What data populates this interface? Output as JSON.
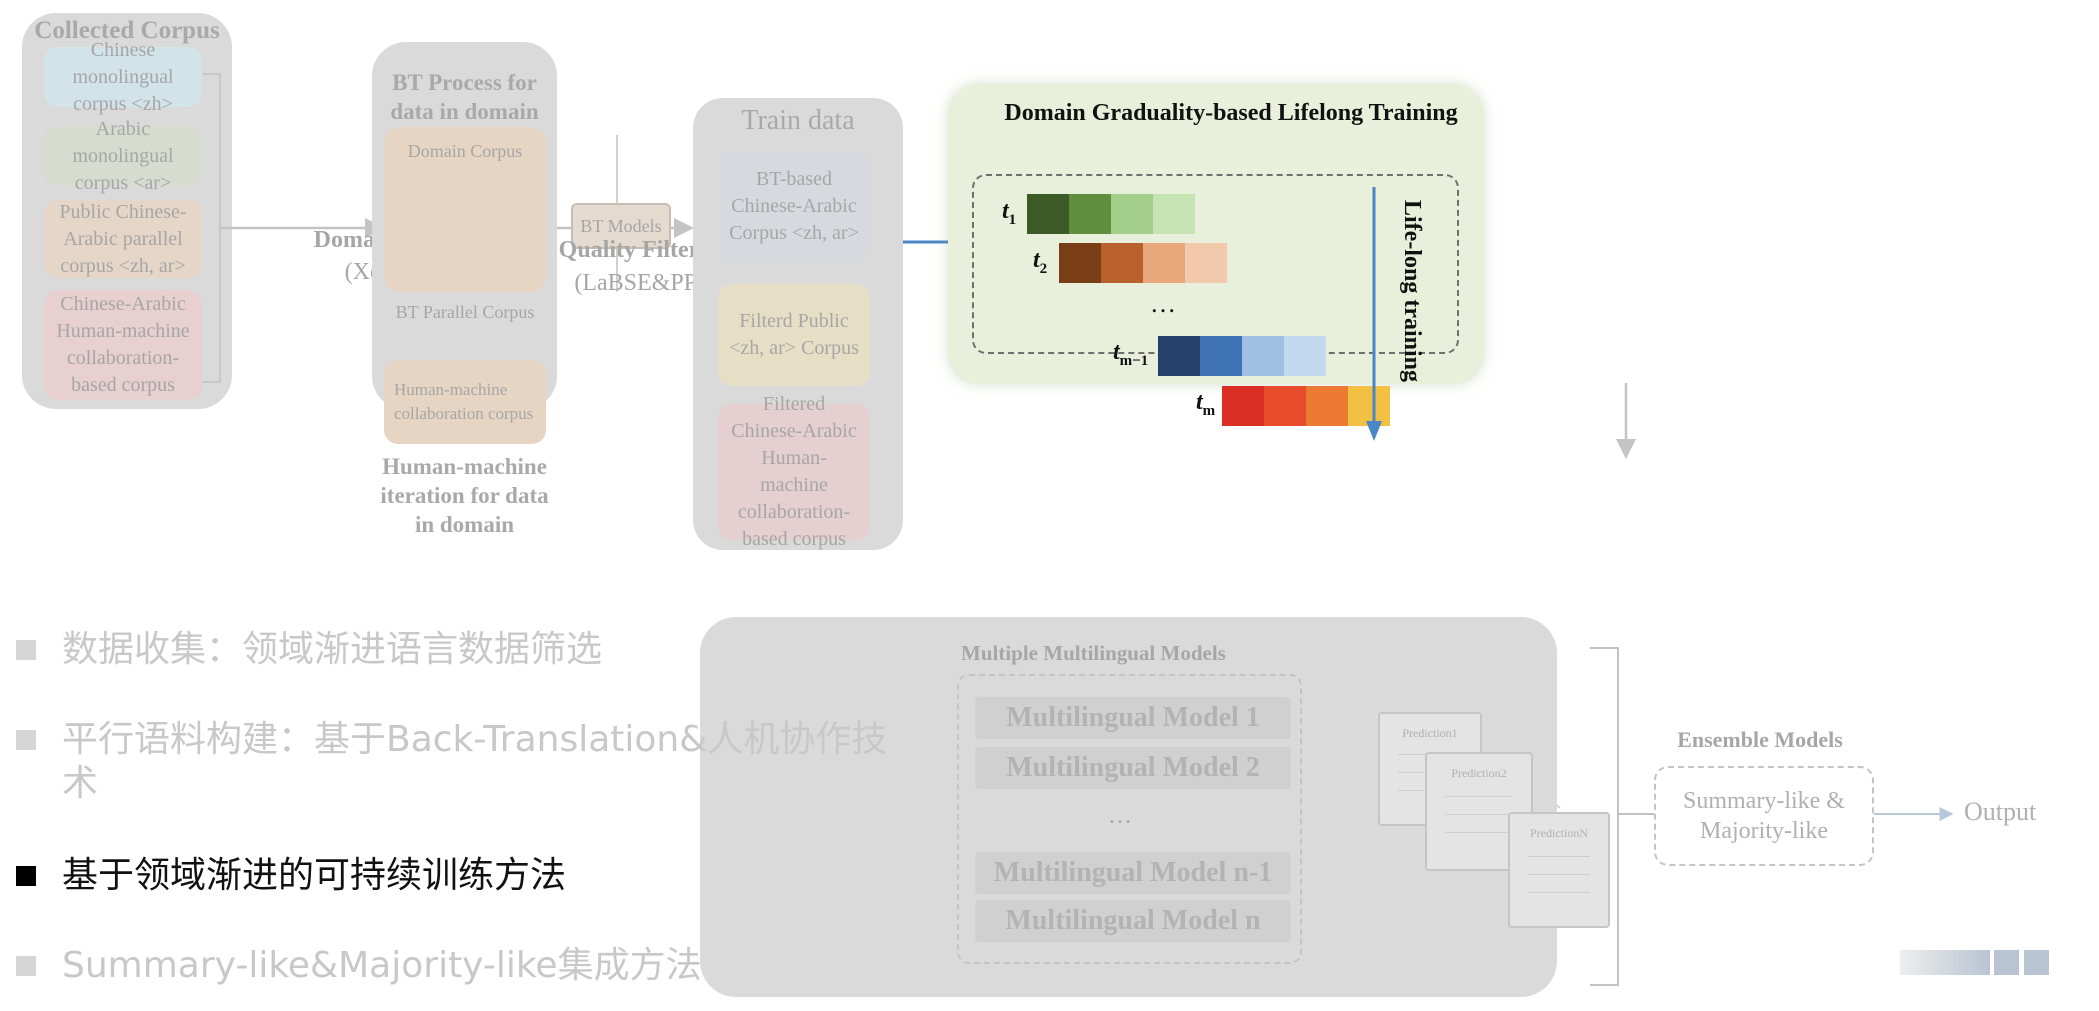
{
  "collected": {
    "title": "Collected Corpus",
    "items": [
      {
        "label": "Chinese monolingual corpus <zh>",
        "color": "#d2e3ea"
      },
      {
        "label": "Arabic monolingual corpus <ar>",
        "color": "#d6dccf"
      },
      {
        "label": "Public Chinese-Arabic parallel corpus <zh, ar>",
        "color": "#e6d6c8"
      },
      {
        "label": "Chinese-Arabic Human-machine collaboration-based corpus",
        "color": "#e8cfd0"
      }
    ]
  },
  "domain_filtering": {
    "name": "Domain Filtering",
    "method": "(XenC&ES)"
  },
  "bt": {
    "title": "BT Process for data in domain",
    "domain_corpus": "Domain Corpus",
    "models": "BT Models",
    "parallel": "BT Parallel Corpus",
    "hm_corpus": "Human-machine collaboration corpus",
    "hm_title": "Human-machine iteration for data in domain"
  },
  "quality_filtering": {
    "name": "Quality Filtering",
    "method": "(LaBSE&PPL)"
  },
  "train": {
    "title": "Train data",
    "items": [
      {
        "label": "BT-based Chinese-Arabic Corpus <zh, ar>",
        "color": "#d7d9de"
      },
      {
        "label": "Filterd Public <zh, ar> Corpus",
        "color": "#e7dfc5"
      },
      {
        "label": "Filtered Chinese-Arabic Human-machine collaboration-based corpus",
        "color": "#e6cfd0"
      }
    ]
  },
  "lifelong": {
    "title": "Domain Graduality-based Lifelong Training",
    "side_label": "Life-long training",
    "ellipsis": "…",
    "rows": [
      {
        "t": "t",
        "sub": "1",
        "colors": [
          "#3b5a26",
          "#5f8f3e",
          "#a3cf8a",
          "#c6e3b3"
        ]
      },
      {
        "t": "t",
        "sub": "2",
        "colors": [
          "#7a3e16",
          "#b8612c",
          "#e9a87c",
          "#f2c9ac"
        ]
      },
      {
        "t": "t",
        "sub": "m−1",
        "colors": [
          "#24406b",
          "#3f73b5",
          "#9fbfe3",
          "#c2d8ef"
        ]
      },
      {
        "t": "t",
        "sub": "m",
        "colors": [
          "#db2f26",
          "#e84d2b",
          "#ec7a33",
          "#f2c144"
        ]
      }
    ]
  },
  "ensemble": {
    "group_title": "Multiple Multilingual Models",
    "models": [
      "Multilingual Model 1",
      "Multilingual Model 2",
      "Multilingual Model n-1",
      "Multilingual Model n"
    ],
    "ellipsis": "…",
    "predictions": [
      "Prediction1",
      "Prediction2",
      "PredictionN"
    ],
    "title": "Ensemble Models",
    "method": "Summary-like & Majority-like",
    "output": "Output"
  },
  "bullets": [
    {
      "text": "数据收集：领域渐进语言数据筛选",
      "active": false
    },
    {
      "text": "平行语料构建：基于Back-Translation&人机协作技术",
      "active": false
    },
    {
      "text": "基于领域渐进的可持续训练方法",
      "active": true
    },
    {
      "text": "Summary-like&Majority-like集成方法",
      "active": false
    }
  ],
  "colors": {
    "arrow_blue": "#4a86c5",
    "lifelong_bg": "#e8f0dc",
    "faded": "#b0b0b0"
  }
}
